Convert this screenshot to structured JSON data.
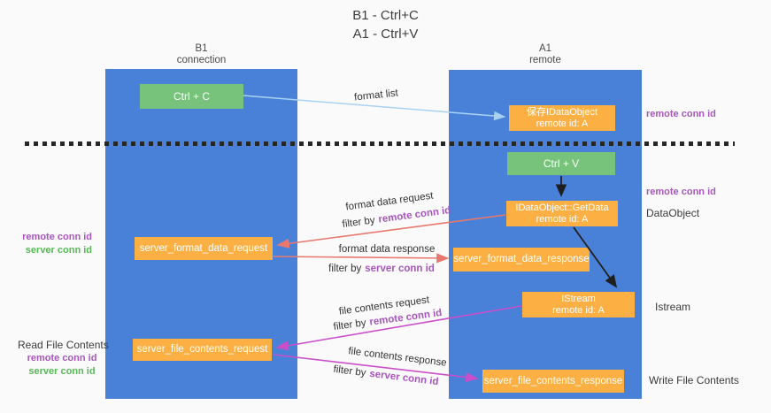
{
  "colors": {
    "bg": "#fafafa",
    "panel-blue": "#4a81d8",
    "box-green": "#77c37c",
    "box-orange": "#fcb043",
    "text-purple": "#a855bd",
    "text-green": "#57b857",
    "arrow-salmon": "#e8786e",
    "arrow-magenta": "#c94fc9",
    "arrow-blue": "#a8d2f0",
    "arrow-black": "#1f1f1f",
    "dash-black": "#262626",
    "text-dark": "#3c3c3c"
  },
  "title": {
    "line1": "B1 - Ctrl+C",
    "line2": "A1 - Ctrl+V"
  },
  "columns": {
    "left": {
      "name": "B1",
      "role": "connection"
    },
    "right": {
      "name": "A1",
      "role": "remote"
    }
  },
  "nodes": {
    "ctrl_c": {
      "label": "Ctrl + C"
    },
    "ctrl_v": {
      "label": "Ctrl + V"
    },
    "save_idataobject": {
      "line1": "保存IDataObject",
      "line2": "remote id: A"
    },
    "idataobject_getdata": {
      "line1": "IDataObject::GetData",
      "line2": "remote id: A"
    },
    "istream": {
      "line1": "IStream",
      "line2": "remote id: A"
    },
    "server_format_data_request": {
      "label": "server_format_data_request"
    },
    "server_format_data_response": {
      "label": "server_format_data_response"
    },
    "server_file_contents_request": {
      "label": "server_file_contents_request"
    },
    "server_file_contents_response": {
      "label": "server_file_contents_response"
    }
  },
  "flow_labels": {
    "format_list": "format list",
    "format_data_request": "format data request",
    "format_data_response": "format data response",
    "file_contents_request": "file contents request",
    "file_contents_response": "file contents response",
    "filter_by": "filter by",
    "remote_conn_id": "remote conn id",
    "server_conn_id": "server conn id"
  },
  "side_labels": {
    "remote_conn_id": "remote conn id",
    "server_conn_id": "server conn id",
    "read_file_contents": "Read File Contents",
    "write_file_contents": "Write File Contents",
    "dataobject": "DataObject",
    "istream": "Istream"
  }
}
